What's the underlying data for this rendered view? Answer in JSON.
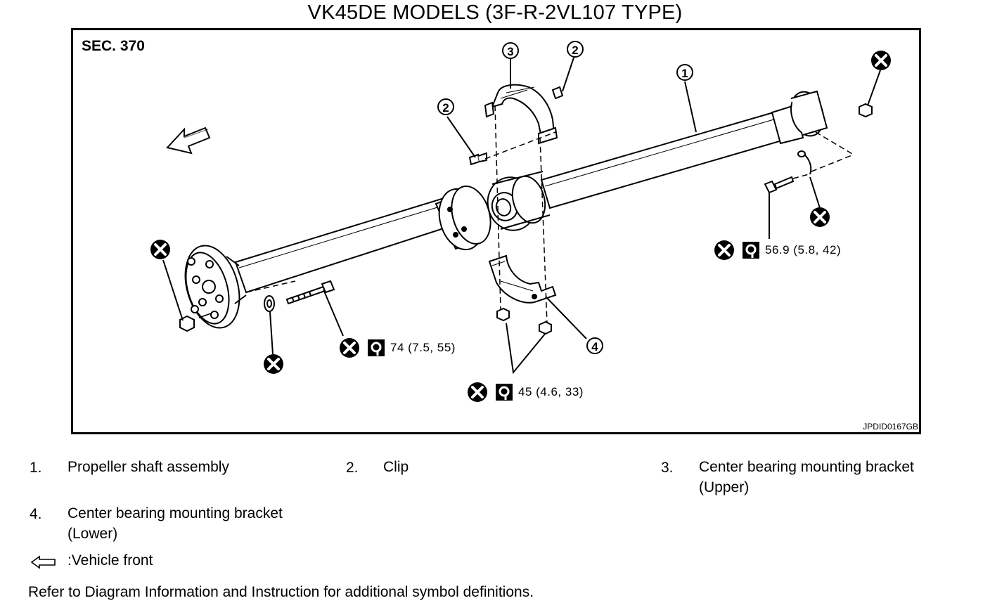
{
  "title": "VK45DE MODELS (3F-R-2VL107 TYPE)",
  "diagram": {
    "section": "SEC. 370",
    "figure_code": "JPDID0167GB",
    "callouts": [
      "1",
      "2",
      "2",
      "3",
      "4"
    ],
    "torques": [
      "56.9 (5.8, 42)",
      "74 (7.5, 55)",
      "45 (4.6, 33)"
    ]
  },
  "legend": {
    "items": [
      {
        "num": "1.",
        "text": "Propeller shaft assembly"
      },
      {
        "num": "2.",
        "text": "Clip"
      },
      {
        "num": "3.",
        "text": "Center bearing mounting bracket (Upper)"
      },
      {
        "num": "4.",
        "text": "Center bearing mounting bracket (Lower)"
      }
    ],
    "front_label": ":Vehicle front"
  },
  "footer": "Refer to Diagram Information and Instruction for additional symbol definitions."
}
